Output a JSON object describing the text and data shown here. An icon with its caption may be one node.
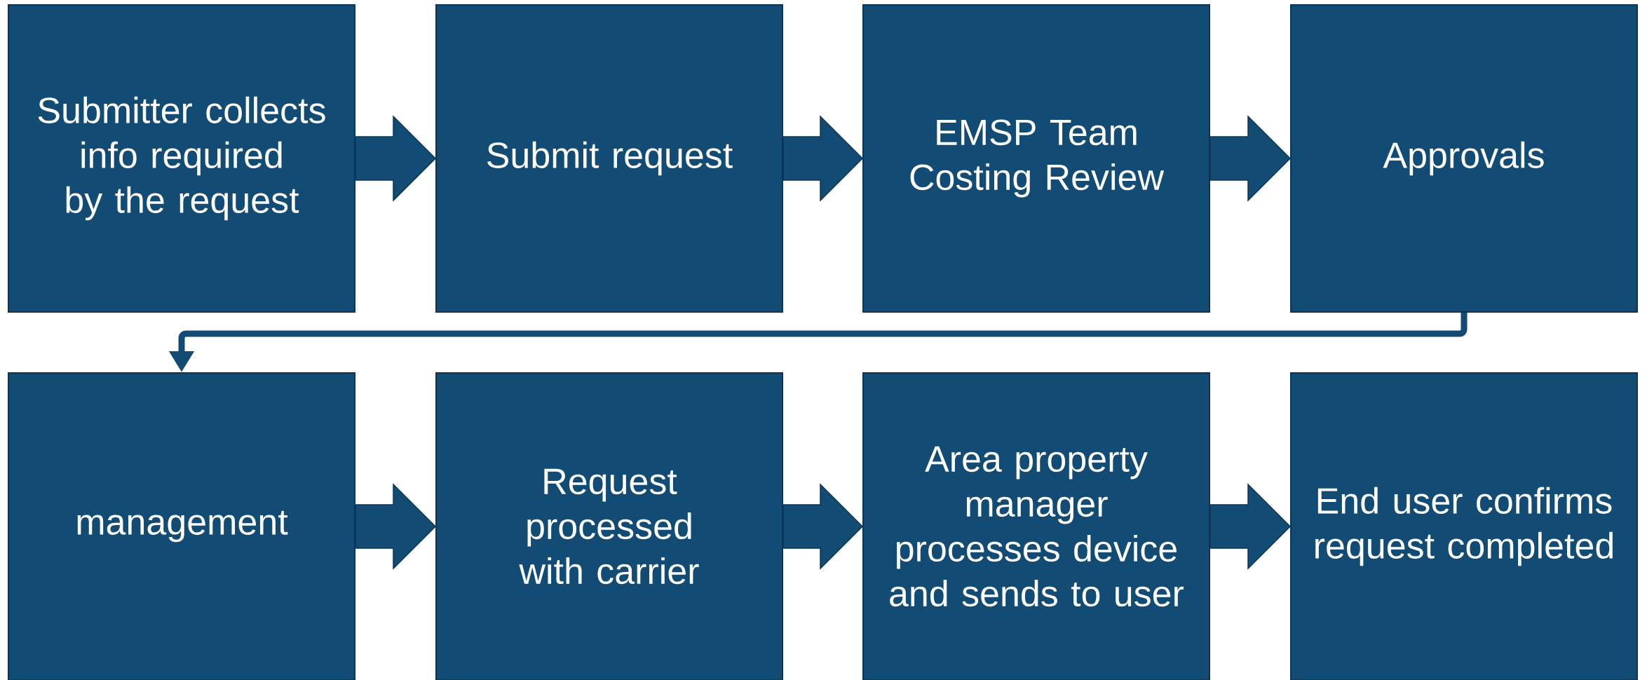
{
  "diagram": {
    "nodes": [
      {
        "text": [
          "Submitter collects info required by the request"
        ]
      },
      {
        "text": [
          "Submit request"
        ]
      },
      {
        "text": [
          "EMSP Team Costing Review"
        ]
      },
      {
        "text": [
          "Approvals"
        ]
      },
      {
        "text": [
          "management"
        ]
      },
      {
        "text": [
          "Request processed with carrier"
        ]
      },
      {
        "text": [
          "Area property manager processes device and sends to user"
        ]
      },
      {
        "text": [
          "End user confirms request completed"
        ]
      }
    ],
    "edges": [
      {
        "from": 0,
        "to": 1,
        "arrow": "to"
      },
      {
        "from": 1,
        "to": 2,
        "arrow": "to"
      },
      {
        "from": 2,
        "to": 3,
        "arrow": "to"
      },
      {
        "from": 3,
        "to": 4,
        "arrow": "to"
      },
      {
        "from": 4,
        "to": 5,
        "arrow": "to"
      },
      {
        "from": 5,
        "to": 6,
        "arrow": "to"
      },
      {
        "from": 6,
        "to": 7,
        "arrow": "to"
      }
    ]
  }
}
